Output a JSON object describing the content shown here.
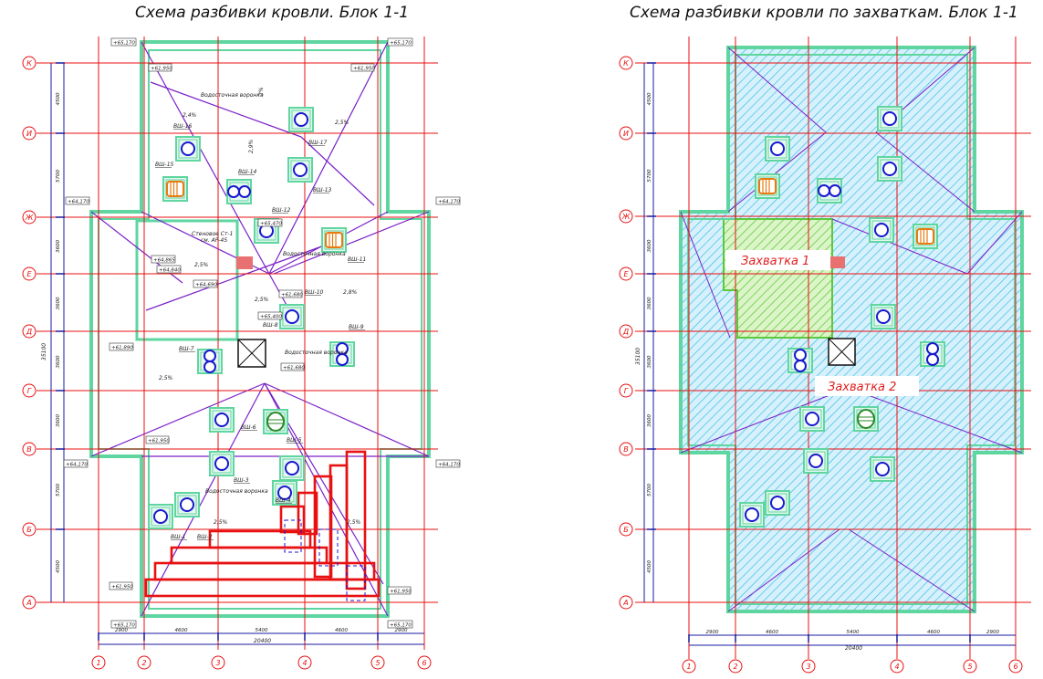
{
  "titles": {
    "left": "Схема разбивки кровли. Блок 1-1",
    "right": "Схема разбивки кровли по захваткам. Блок 1-1"
  },
  "axes": {
    "rows": [
      "К",
      "И",
      "Ж",
      "Е",
      "Д",
      "Г",
      "В",
      "Б",
      "А"
    ],
    "cols": [
      "1",
      "2",
      "3",
      "4",
      "5",
      "6"
    ]
  },
  "row_spans": [
    "4500",
    "5700",
    "3600",
    "3600",
    "3600",
    "3600",
    "5700",
    "4500"
  ],
  "row_span_total": "35100",
  "col_spans": [
    "2900",
    "4600",
    "5400",
    "4600",
    "2900"
  ],
  "col_span_total": "20400",
  "elevations": [
    "+65,170",
    "+61,950",
    "+64,170",
    "+65,470",
    "+64,865",
    "+64,840",
    "+64,690",
    "+61,680",
    "+65,400",
    "+61,890"
  ],
  "funnels_left": [
    {
      "id": "ВШ-1"
    },
    {
      "id": "ВШ-2"
    },
    {
      "id": "ВШ-3"
    },
    {
      "id": "ВШ-4"
    },
    {
      "id": "ВШ-5"
    },
    {
      "id": "ВШ-6"
    },
    {
      "id": "ВШ-7"
    },
    {
      "id": "ВШ-8"
    },
    {
      "id": "ВШ-9"
    },
    {
      "id": "ВШ-10"
    },
    {
      "id": "ВШ-11"
    },
    {
      "id": "ВШ-12"
    },
    {
      "id": "ВШ-13"
    },
    {
      "id": "ВШ-14"
    },
    {
      "id": "ВШ-15"
    },
    {
      "id": "ВШ-16"
    },
    {
      "id": "ВШ-17"
    }
  ],
  "notes": {
    "funnel": "Водосточная воронка",
    "wall": "Стеновое Ст-1",
    "wall_ref": "см. АР-45"
  },
  "slopes": [
    "2,5%",
    "2,4%",
    "2,9%",
    "2%",
    "2,8%"
  ],
  "zones": {
    "zone1": "Захватка 1",
    "zone2": "Захватка 2"
  },
  "colors": {
    "grid": "#e81010",
    "parapet": "#5fd6a0",
    "slope": "#7a20c8",
    "funnel": "#1818d0",
    "zone1_hatch": "#5cc83c",
    "zone2_hatch": "#30b8e8",
    "dimension": "#1a1aa0"
  }
}
